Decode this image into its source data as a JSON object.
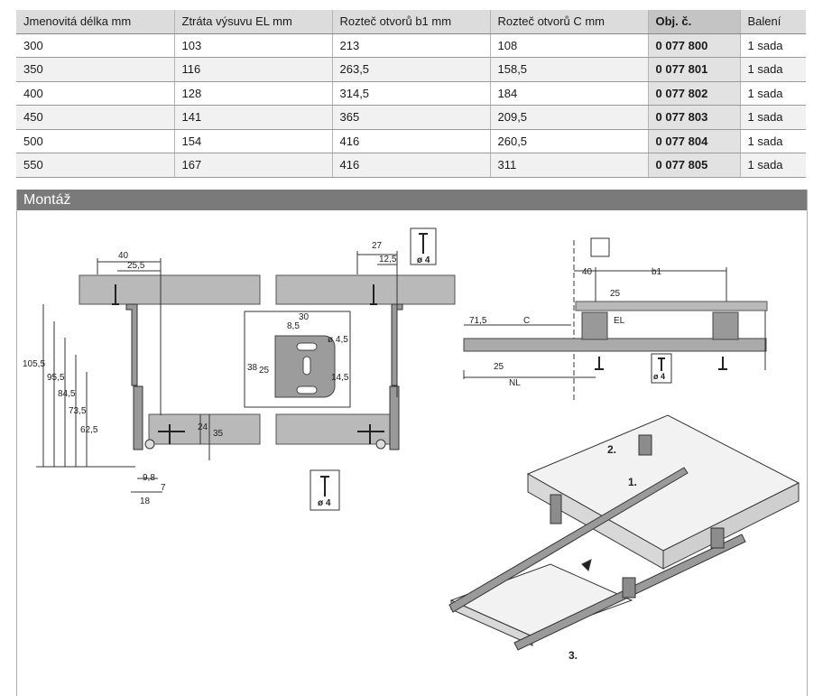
{
  "table": {
    "headers": [
      "Jmenovitá délka mm",
      "Ztráta výsuvu EL mm",
      "Rozteč otvorů b1 mm",
      "Rozteč otvorů C mm",
      "Obj. č.",
      "Balení"
    ],
    "rows": [
      [
        "300",
        "103",
        "213",
        "108",
        "0 077 800",
        "1 sada"
      ],
      [
        "350",
        "116",
        "263,5",
        "158,5",
        "0 077 801",
        "1 sada"
      ],
      [
        "400",
        "128",
        "314,5",
        "184",
        "0 077 802",
        "1 sada"
      ],
      [
        "450",
        "141",
        "365",
        "209,5",
        "0 077 803",
        "1 sada"
      ],
      [
        "500",
        "154",
        "416",
        "260,5",
        "0 077 804",
        "1 sada"
      ],
      [
        "550",
        "167",
        "416",
        "311",
        "0 077 805",
        "1 sada"
      ]
    ]
  },
  "section": {
    "title": "Montáž"
  },
  "drawing": {
    "dim_left": {
      "d40": "40",
      "d25_5": "25,5",
      "d105_5": "105,5",
      "d95_5": "95,5",
      "d84_5": "84,5",
      "d73_5": "73,5",
      "d62_5": "62,5",
      "d24": "24",
      "d35": "35",
      "d9_8": "9,8",
      "d7": "7",
      "d18": "18"
    },
    "dim_mid": {
      "d27": "27",
      "d12_5": "12,5",
      "screw_top": "ø 4",
      "screw_bottom": "ø 4"
    },
    "dim_bracket": {
      "d30": "30",
      "d8_5": "8,5",
      "d4_5": "ø 4,5",
      "d38": "38",
      "d25": "25",
      "d14_5": "14,5"
    },
    "dim_right": {
      "d40": "40",
      "b1": "b1",
      "d25": "25",
      "el": "EL",
      "d71_5": "71,5",
      "c": "C",
      "d25b": "25",
      "nl": "NL",
      "screw": "ø 4"
    },
    "steps": {
      "s1": "1.",
      "s2": "2.",
      "s3": "3."
    }
  }
}
